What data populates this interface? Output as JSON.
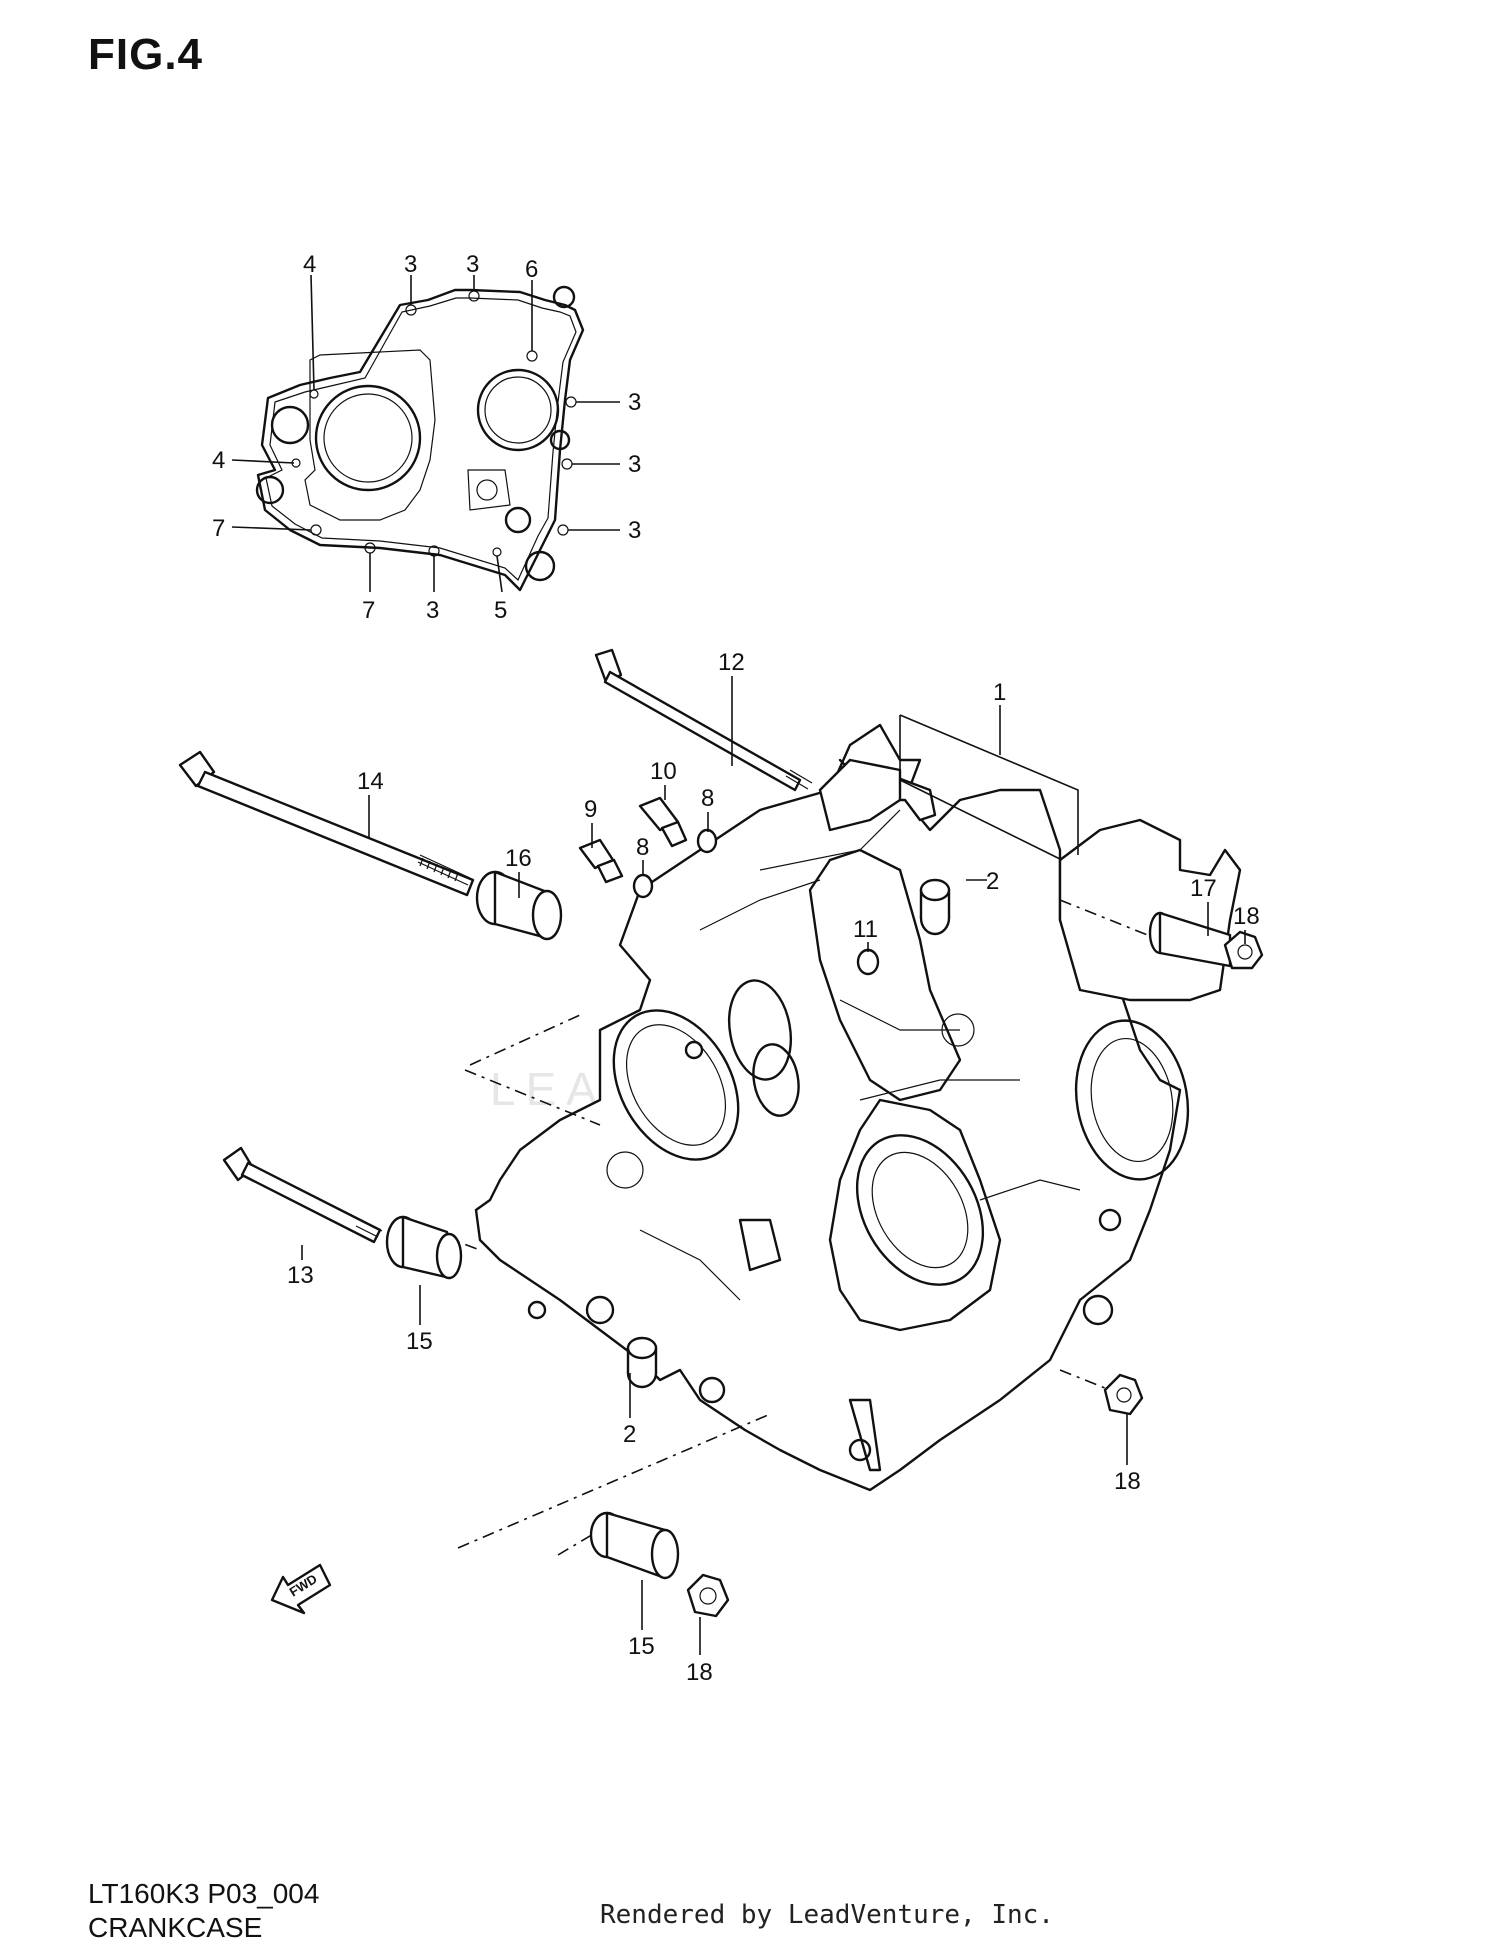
{
  "figure": {
    "title": "FIG.4",
    "code": "LT160K3 P03_004",
    "name": "CRANKCASE",
    "credit": "Rendered by LeadVenture, Inc.",
    "watermark": "LEADVENTURE",
    "fwd_label": "FWD"
  },
  "callouts": {
    "gasket": [
      "4",
      "3",
      "3",
      "6",
      "3",
      "4",
      "3",
      "7",
      "3",
      "7",
      "3",
      "5"
    ],
    "main": [
      "12",
      "1",
      "14",
      "10",
      "8",
      "9",
      "8",
      "16",
      "2",
      "11",
      "17",
      "18",
      "13",
      "15",
      "2",
      "18",
      "15",
      "18"
    ]
  }
}
